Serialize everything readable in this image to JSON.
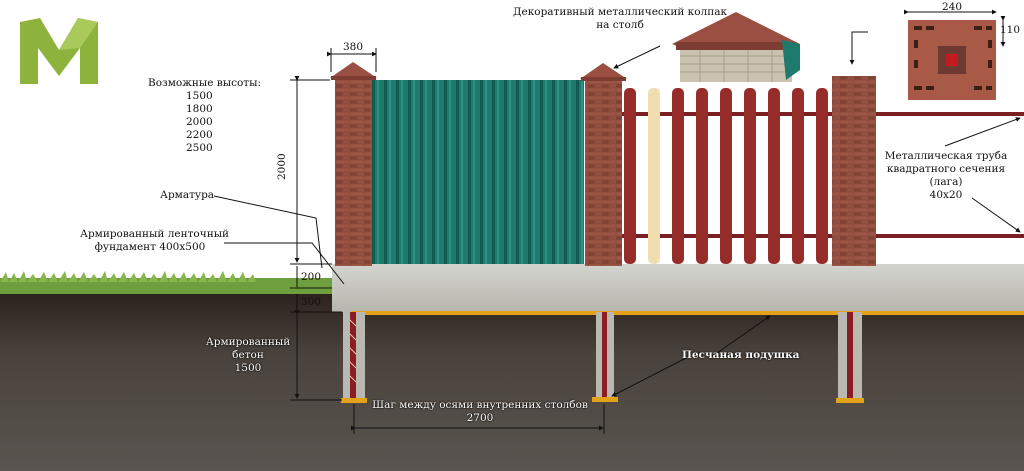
{
  "labels": {
    "heights_title": "Возможные высоты:",
    "heights": [
      "1500",
      "1800",
      "2000",
      "2200",
      "2500"
    ],
    "rebar": "Арматура",
    "foundation": [
      "Армированный ленточный",
      "фундамент 400х500"
    ],
    "concrete": [
      "Армированный",
      "бетон",
      "1500"
    ],
    "cap": [
      "Декоративный металлический колпак",
      "на столб"
    ],
    "pipe": [
      "Металлическая труба",
      "квадратного сечения",
      "(лага)",
      "40х20"
    ],
    "sand": "Песчаная подушка",
    "spacing": [
      "Шаг между осями внутренних столбов",
      "2700"
    ]
  },
  "dimensions": {
    "pillar_width": "380",
    "fence_height": "2000",
    "foundation_above": "200",
    "foundation_below": "300",
    "brick_width": "240",
    "brick_height": "110"
  },
  "colors": {
    "logo": "#8db33c",
    "brick": "#8b4a3c",
    "cap": "#9a4f42",
    "profiled_sheet": "#1d7a6d",
    "picket": "#962d2b",
    "picket_light": "#f2ddb0",
    "concrete": "#c8c8c2",
    "soil": "#3f3834",
    "grass": "#6f9e3f",
    "sand": "#e3a21a",
    "pipe": "#7a1f22"
  },
  "icons": {
    "logo": "m-logo-icon"
  }
}
